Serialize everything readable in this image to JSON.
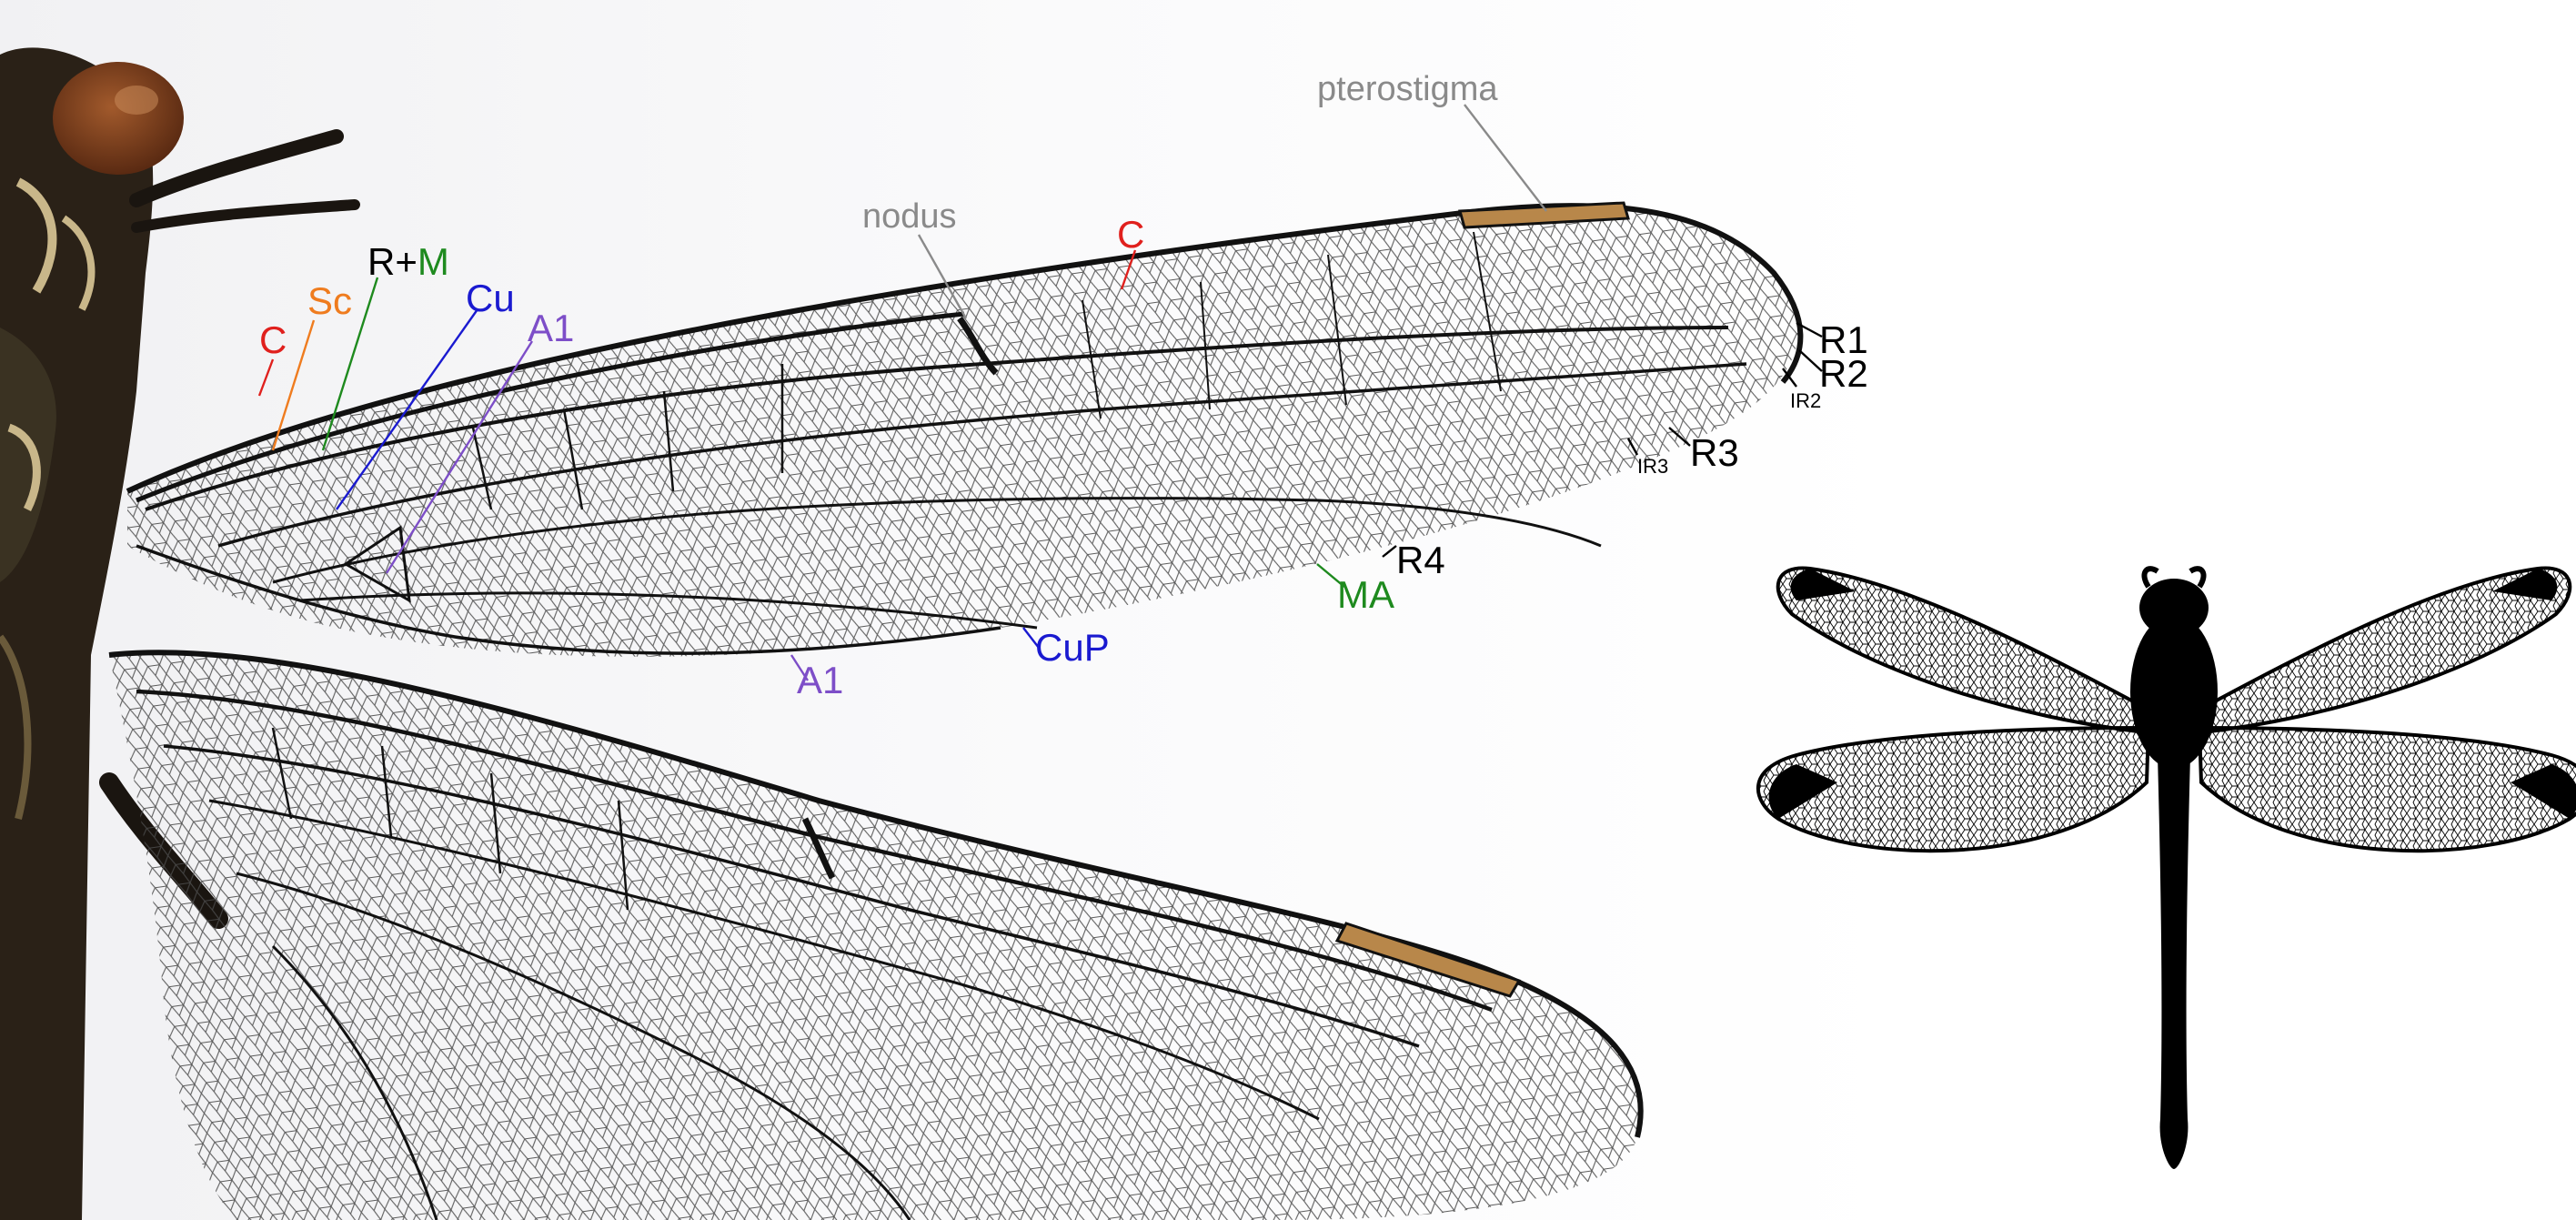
{
  "diagram": {
    "colors": {
      "costa": "#e0201d",
      "subcosta": "#ef7c1f",
      "media": "#1e8a1e",
      "cubitus": "#1a1ad0",
      "anal": "#7d4ec8",
      "radius": "#000000",
      "annotation": "#8a8a8a",
      "pterostigma": "#b8874a",
      "body": "#2a2117",
      "eye": "#7a3f1f"
    },
    "labels": {
      "pterostigma": "pterostigma",
      "nodus": "nodus",
      "costa_top": "C",
      "costa_base": "C",
      "subcosta": "Sc",
      "r_plus": "R+",
      "m": "M",
      "cubitus": "Cu",
      "anal_top": "A1",
      "r1": "R1",
      "r2": "R2",
      "ir2": "IR2",
      "r3": "R3",
      "ir3": "IR3",
      "r4": "R4",
      "ma": "MA",
      "cup": "CuP",
      "anal_bottom": "A1"
    },
    "icons": {
      "photo": "dragonfly-wing-photo",
      "silhouette": "dragonfly-silhouette-icon"
    }
  }
}
